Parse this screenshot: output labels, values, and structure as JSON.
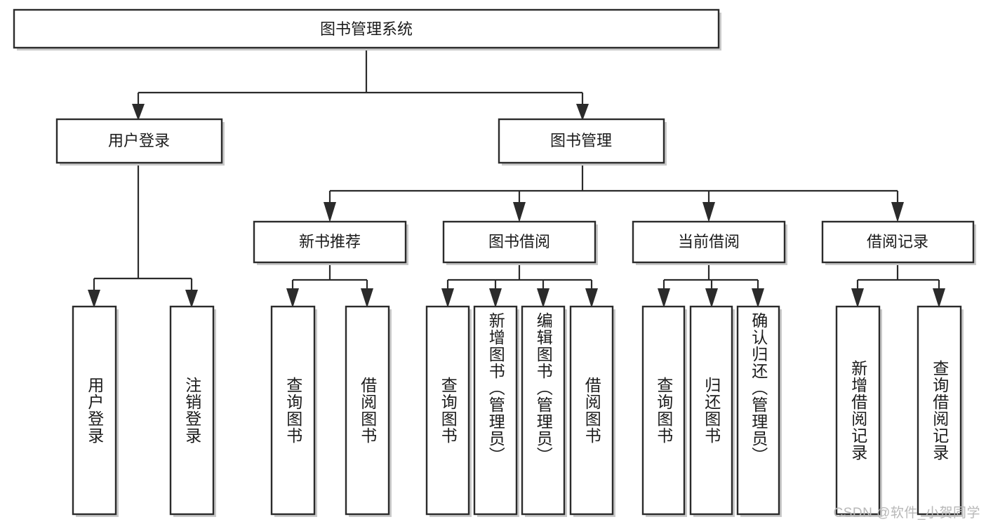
{
  "diagram": {
    "type": "tree-hierarchy-chart",
    "title": "图书管理系统",
    "orientation": "top-down",
    "colors": {
      "box_fill": "#ffffff",
      "box_stroke": "#2b2b2b",
      "box_shadow": "#c9c9c9",
      "text": "#1b1b1b",
      "background": "#ffffff",
      "watermark": "#b8b8b8"
    },
    "levels": [
      {
        "level": 0,
        "nodes": [
          {
            "id": "root",
            "label": "图书管理系统",
            "orientation": "horizontal"
          }
        ]
      },
      {
        "level": 1,
        "nodes": [
          {
            "id": "user-login",
            "label": "用户登录",
            "orientation": "horizontal",
            "parent": "root"
          },
          {
            "id": "book-manage",
            "label": "图书管理",
            "orientation": "horizontal",
            "parent": "root"
          }
        ]
      },
      {
        "level": 2,
        "nodes": [
          {
            "id": "new-book-rec",
            "label": "新书推荐",
            "orientation": "horizontal",
            "parent": "book-manage"
          },
          {
            "id": "book-borrow",
            "label": "图书借阅",
            "orientation": "horizontal",
            "parent": "book-manage"
          },
          {
            "id": "current-borrow",
            "label": "当前借阅",
            "orientation": "horizontal",
            "parent": "book-manage"
          },
          {
            "id": "borrow-record",
            "label": "借阅记录",
            "orientation": "horizontal",
            "parent": "book-manage"
          }
        ]
      },
      {
        "level": 3,
        "nodes": [
          {
            "id": "leaf-user-login",
            "label": "用户登录",
            "orientation": "vertical",
            "parent": "user-login"
          },
          {
            "id": "leaf-logout",
            "label": "注销登录",
            "orientation": "vertical",
            "parent": "user-login"
          },
          {
            "id": "leaf-query-book-1",
            "label": "查询图书",
            "orientation": "vertical",
            "parent": "new-book-rec"
          },
          {
            "id": "leaf-borrow-book-1",
            "label": "借阅图书",
            "orientation": "vertical",
            "parent": "new-book-rec"
          },
          {
            "id": "leaf-query-book-2",
            "label": "查询图书",
            "orientation": "vertical",
            "parent": "book-borrow"
          },
          {
            "id": "leaf-add-book",
            "label": "新增图书（管理员）",
            "orientation": "vertical",
            "parent": "book-borrow"
          },
          {
            "id": "leaf-edit-book",
            "label": "编辑图书（管理员）",
            "orientation": "vertical",
            "parent": "book-borrow"
          },
          {
            "id": "leaf-borrow-book-2",
            "label": "借阅图书",
            "orientation": "vertical",
            "parent": "book-borrow"
          },
          {
            "id": "leaf-query-book-3",
            "label": "查询图书",
            "orientation": "vertical",
            "parent": "current-borrow"
          },
          {
            "id": "leaf-return-book",
            "label": "归还图书",
            "orientation": "vertical",
            "parent": "current-borrow"
          },
          {
            "id": "leaf-confirm-return",
            "label": "确认归还（管理员）",
            "orientation": "vertical",
            "parent": "current-borrow"
          },
          {
            "id": "leaf-add-record",
            "label": "新增借阅记录",
            "orientation": "vertical",
            "parent": "borrow-record"
          },
          {
            "id": "leaf-query-record",
            "label": "查询借阅记录",
            "orientation": "vertical",
            "parent": "borrow-record"
          }
        ]
      }
    ],
    "watermark": "CSDN @软件_小贺同学"
  }
}
